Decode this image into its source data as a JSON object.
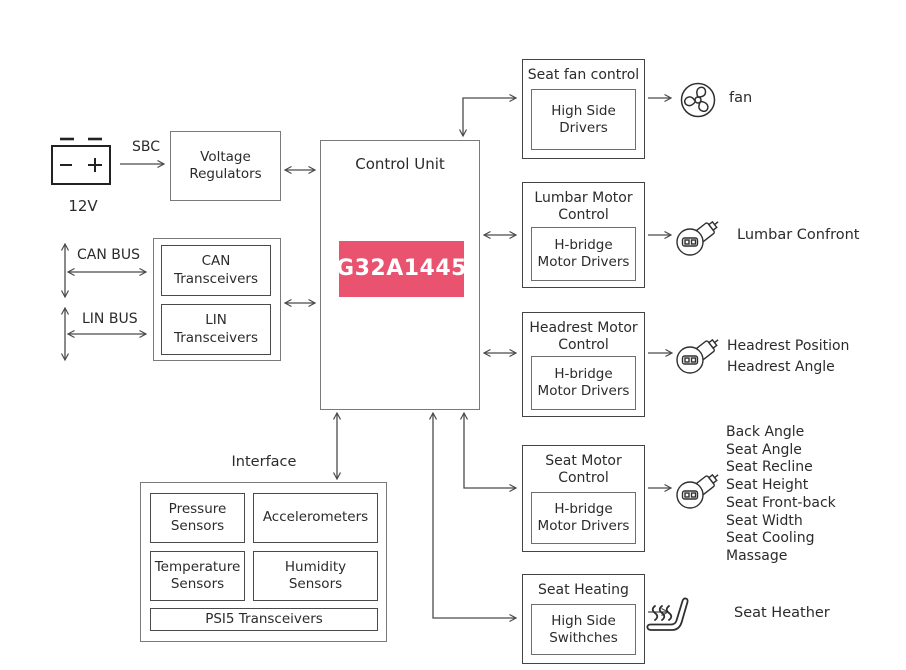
{
  "power": {
    "battery_voltage": "12V",
    "sbc_label": "SBC",
    "voltage_regulators": "Voltage Regulators"
  },
  "buses": {
    "can_bus_label": "CAN BUS",
    "lin_bus_label": "LIN BUS",
    "can_transceivers": "CAN Transceivers",
    "lin_transceivers": "LIN Transceivers"
  },
  "control_unit": {
    "title": "Control Unit",
    "chip_label": "G32A1445",
    "chip_color": "#e9536f"
  },
  "interface": {
    "title": "Interface",
    "sensors": [
      "Pressure Sensors",
      "Accelerometers",
      "Temperature Sensors",
      "Humidity Sensors"
    ],
    "psi5_transceivers": "PSI5 Transceivers"
  },
  "modules": [
    {
      "title": "Seat fan control",
      "driver": "High Side Drivers",
      "icon": "fan-icon",
      "outputs": [
        "fan"
      ]
    },
    {
      "title": "Lumbar Motor Control",
      "driver": "H-bridge Motor Drivers",
      "icon": "motor-icon",
      "outputs": [
        "Lumbar Confront"
      ]
    },
    {
      "title": "Headrest Motor Control",
      "driver": "H-bridge Motor Drivers",
      "icon": "motor-icon",
      "outputs": [
        "Headrest Position",
        "Headrest Angle"
      ]
    },
    {
      "title": "Seat Motor Control",
      "driver": "H-bridge Motor Drivers",
      "icon": "motor-icon",
      "outputs": [
        "Back Angle",
        "Seat Angle",
        "Seat Recline",
        "Seat Height",
        "Seat Front-back",
        "Seat Width",
        "Seat Cooling",
        "Massage"
      ]
    },
    {
      "title": "Seat Heating",
      "driver": "High Side Swithches",
      "icon": "seat-heater-icon",
      "outputs": [
        "Seat Heather"
      ]
    }
  ]
}
